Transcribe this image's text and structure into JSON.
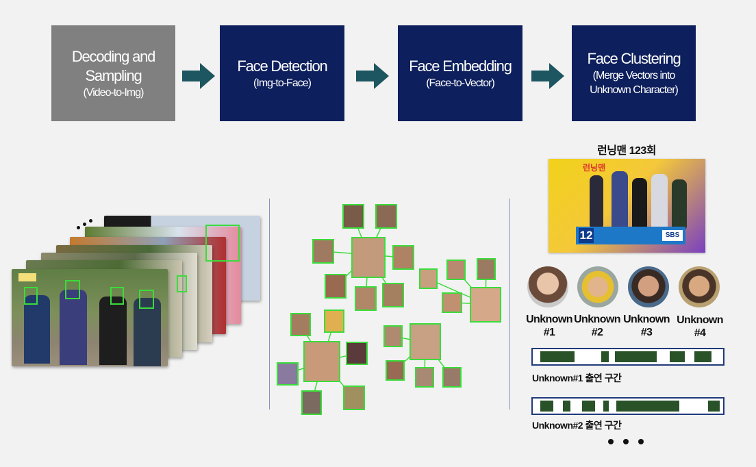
{
  "pipeline": {
    "stages": [
      {
        "title": "Decoding and Sampling",
        "title_line1": "Decoding and",
        "title_line2": "Sampling",
        "subtitle": "(Video-to-Img)",
        "color": "#808080"
      },
      {
        "title": "Face Detection",
        "subtitle": "(Img-to-Face)",
        "color": "#0d1f5c"
      },
      {
        "title": "Face Embedding",
        "subtitle": "(Face-to-Vector)",
        "color": "#0d1f5c"
      },
      {
        "title": "Face Clustering",
        "subtitle_line1": "(Merge Vectors into",
        "subtitle_line2": "Unknown Character)",
        "color": "#0d1f5c"
      }
    ],
    "arrow_color": "#1d5560"
  },
  "episode": {
    "title": "런닝맨 123회",
    "channel_number": "12",
    "broadcaster": "SBS",
    "logo_text": "런닝맨"
  },
  "unknowns": [
    {
      "label_line1": "Unknown",
      "label_line2": "#1"
    },
    {
      "label_line1": "Unknown",
      "label_line2": "#2"
    },
    {
      "label_line1": "Unknown",
      "label_line2": "#3"
    },
    {
      "label_line1": "Unknown",
      "label_line2": "#4"
    }
  ],
  "timelines": [
    {
      "label": "Unknown#1 출연 구간",
      "segments": [
        [
          0.04,
          0.22
        ],
        [
          0.36,
          0.4
        ],
        [
          0.43,
          0.65
        ],
        [
          0.72,
          0.8
        ],
        [
          0.85,
          0.94
        ]
      ]
    },
    {
      "label": "Unknown#2 출연 구간",
      "segments": [
        [
          0.04,
          0.11
        ],
        [
          0.16,
          0.2
        ],
        [
          0.26,
          0.33
        ],
        [
          0.37,
          0.4
        ],
        [
          0.44,
          0.77
        ],
        [
          0.92,
          0.98
        ]
      ]
    }
  ],
  "colors": {
    "detection_box": "#3bdc3b",
    "timeline_fill": "#2a5229",
    "timeline_border": "#1f3a7a",
    "divider": "#7f93bf"
  }
}
